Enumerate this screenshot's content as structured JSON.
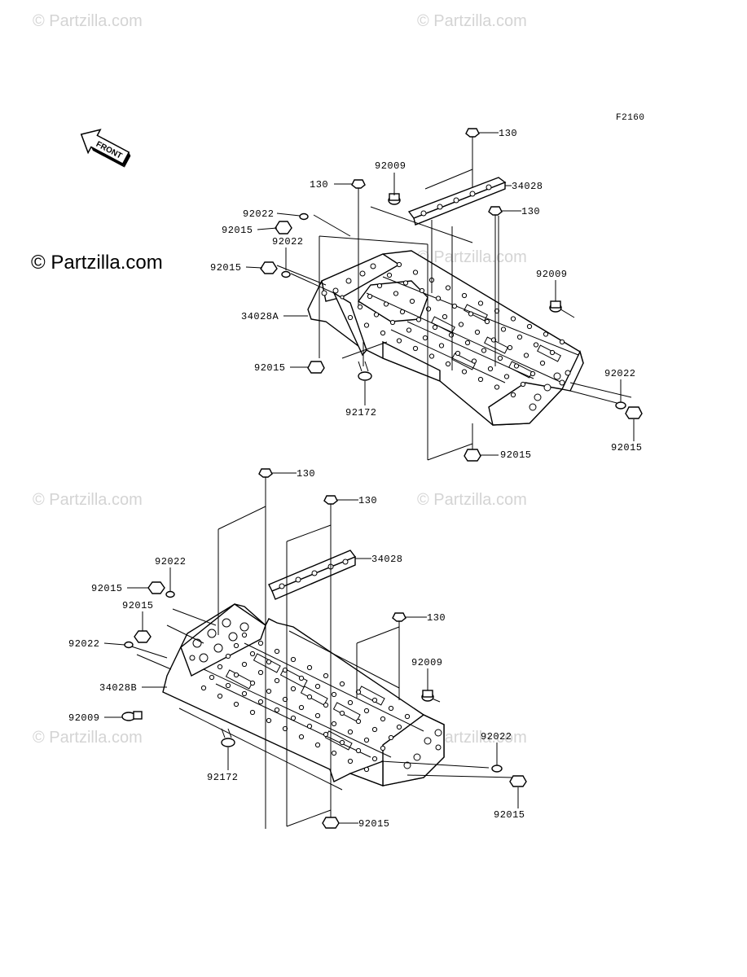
{
  "figure_code": "F2160",
  "front_label": "FRONT",
  "watermark": "© Partzilla.com",
  "watermark_primary": "© Partzilla.com",
  "parts": {
    "p130": "130",
    "p92009": "92009",
    "p34028": "34028",
    "p92022": "92022",
    "p92015": "92015",
    "p34028A": "34028A",
    "p34028B": "34028B",
    "p92172": "92172"
  }
}
